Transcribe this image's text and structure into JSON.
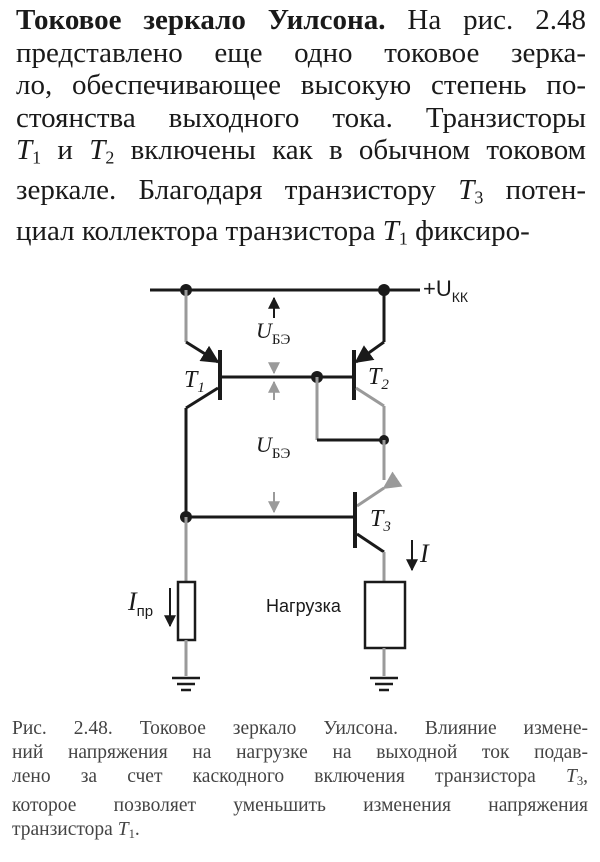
{
  "paragraph": {
    "heading": "Токовое зеркало Уилсона.",
    "l1_rest": " На рис. 2.48",
    "l2": "представлено еще одно токовое зерка-",
    "l3": "ло, обеспечивающее высокую степень по-",
    "l4": "стоянства выходного тока. Транзисторы",
    "l5_a": "и",
    "l5_b": "включены как в обычном токовом",
    "l6_a": "зеркале. Благодаря транзистору",
    "l6_b": "потен-",
    "l7_a": "циал коллектора транзистора",
    "l7_b": "фиксиро-"
  },
  "symbols": {
    "T": "T",
    "sub1": "1",
    "sub2": "2",
    "sub3": "3"
  },
  "circuit": {
    "supply_label": "+U",
    "supply_sub": "КК",
    "ube_label": "U",
    "ube_sub": "БЭ",
    "t1": "T",
    "t1_sub": "1",
    "t2": "T",
    "t2_sub": "2",
    "t3": "T",
    "t3_sub": "3",
    "iref_label": "I",
    "iref_sub": "пр",
    "iout_label": "I",
    "load_label": "Нагрузка"
  },
  "caption": {
    "l1": "Рис. 2.48. Токовое зеркало Уилсона. Влияние измене-",
    "l2": "ний напряжения на нагрузке на выходной ток подав-",
    "l3": "лено за счет каскодного включения транзистора",
    "l4": "которое позволяет уменьшить изменения напряжения",
    "l5": "транзистора"
  },
  "colors": {
    "ink": "#1a1a1a",
    "caption_ink": "#444444",
    "grey_wire": "#9a9a9a"
  }
}
